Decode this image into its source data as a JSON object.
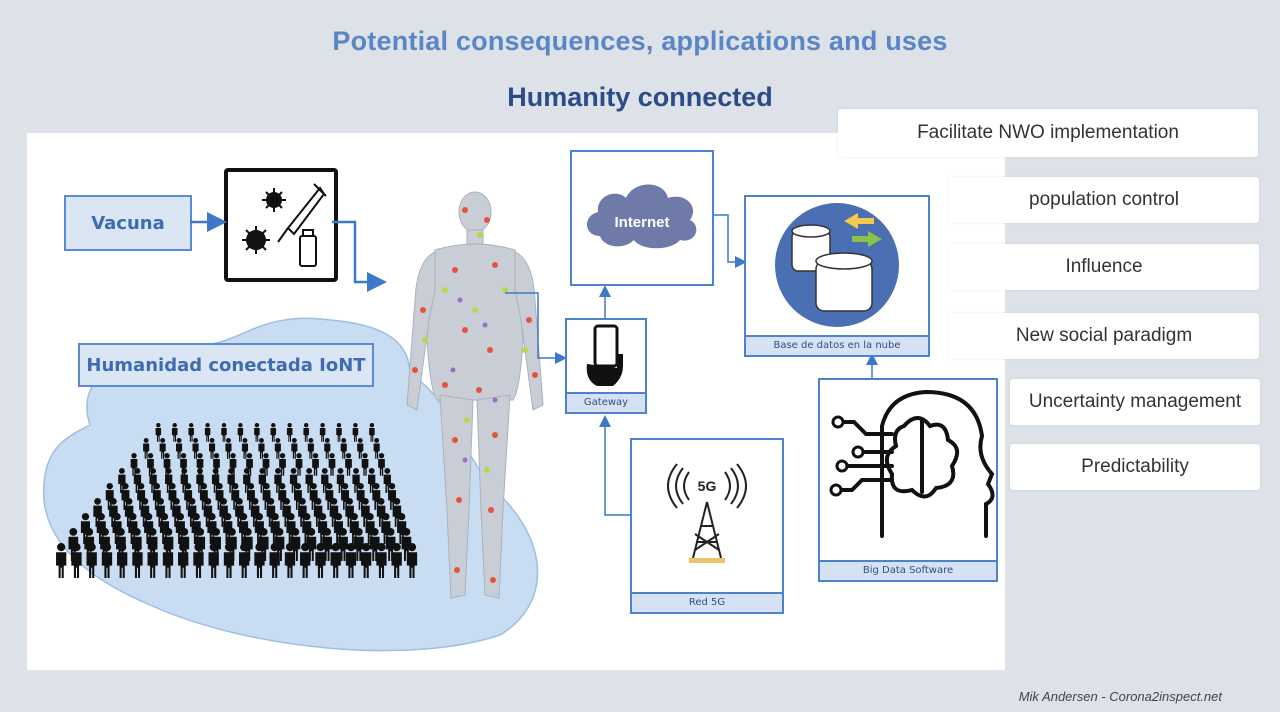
{
  "header": {
    "title": "Potential consequences, applications and uses",
    "subtitle": "Humanity connected"
  },
  "diagram": {
    "vaccine_label": "Vacuna",
    "humanity_label": "Humanidad conectada IoNT",
    "internet_label": "Internet",
    "gateway_label": "Gateway",
    "database_label": "Base de datos en la nube",
    "network_label": "Red 5G",
    "network_icon_text": "5G",
    "software_label": "Big Data Software"
  },
  "uses": [
    "Facilitate NWO implementation",
    "population control",
    "Influence",
    "New social paradigm",
    "Uncertainty management",
    "Predictability"
  ],
  "footer": {
    "credit": "Mik Andersen - Corona2inspect.net"
  },
  "colors": {
    "title": "#5b86c6",
    "subtitle": "#2c4b87",
    "box_border": "#4d82cc",
    "crowd_blob": "#c8dcf2"
  }
}
